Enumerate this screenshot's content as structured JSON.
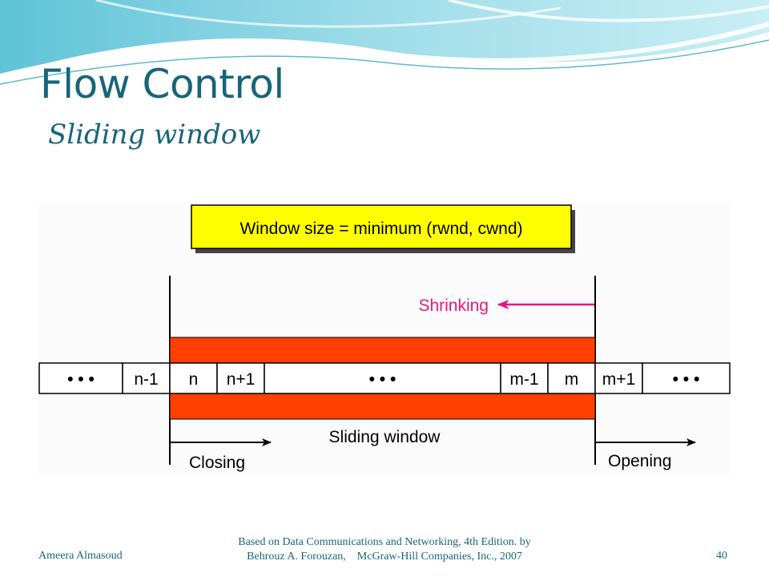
{
  "slide": {
    "title": "Flow Control",
    "subtitle": "Sliding window"
  },
  "diagram": {
    "formula": "Window size = minimum (rwnd, cwnd)",
    "shrinking_label": "Shrinking",
    "window_label": "Sliding window",
    "closing_label": "Closing",
    "opening_label": "Opening",
    "cells": [
      "• • •",
      "n-1",
      "n",
      "n+1",
      "• • •",
      "m-1",
      "m",
      "m+1",
      "• • •"
    ],
    "colors": {
      "formula_fill": "#ffff00",
      "window_bar": "#ff4000",
      "shrinking": "#e8177d",
      "accent": "#17657a"
    }
  },
  "footer": {
    "author": "Ameera Almasoud",
    "source_line1": "Based on Data Communications and Networking, 4th Edition. by",
    "source_line2": "Behrouz A. Forouzan,    McGraw-Hill Companies, Inc., 2007",
    "page": "40"
  }
}
